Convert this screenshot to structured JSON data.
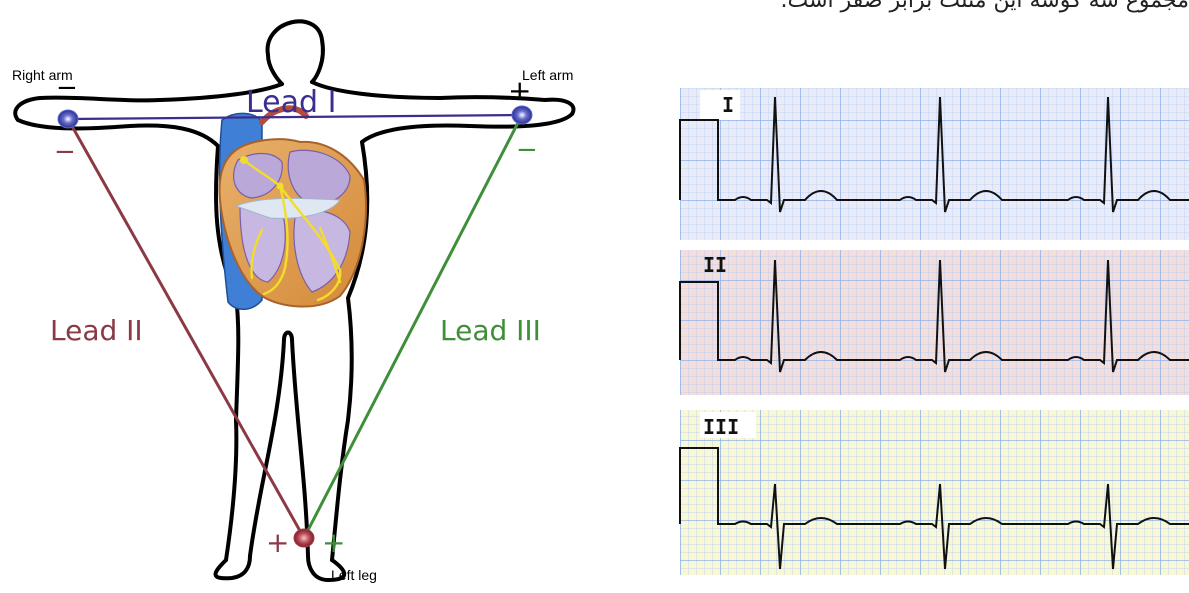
{
  "caption": "مجموع سه كوشه اين مثلث برابر صفر است.",
  "colors": {
    "lead1": "#3a2f8f",
    "lead2": "#8b3a45",
    "lead3": "#3f8f3a",
    "panel1_bg": "#e9ecf8",
    "panel2_bg": "#f3dede",
    "panel3_bg": "#f8f8d6",
    "grid": "#8fb2ea"
  },
  "labels": {
    "right_arm": "Right arm",
    "left_arm": "Left arm",
    "left_leg": "Left leg",
    "lead1": "Lead I",
    "lead2": "Lead II",
    "lead3": "Lead III",
    "right_arm_sign_top": "−",
    "right_arm_sign_bottom": "−",
    "left_arm_sign_top": "+",
    "left_arm_sign_bottom": "−",
    "left_leg_sign_lead2": "+",
    "left_leg_sign_lead3": "+"
  },
  "strips": [
    {
      "id": "I",
      "label": "I"
    },
    {
      "id": "II",
      "label": "II"
    },
    {
      "id": "III",
      "label": "III"
    }
  ]
}
